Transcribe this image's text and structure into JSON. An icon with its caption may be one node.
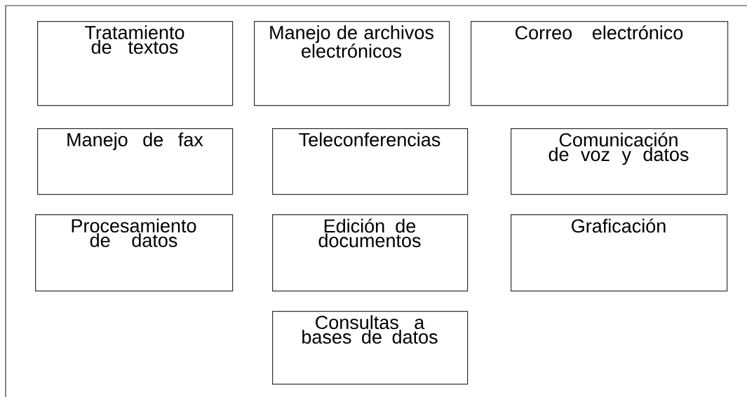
{
  "diagram": {
    "nodes": [
      {
        "text": [
          "Tratamiento de textos"
        ]
      },
      {
        "text": [
          "Manejo de archivos electrónicos"
        ]
      },
      {
        "text": [
          "Correo electrónico"
        ]
      },
      {
        "text": [
          "Manejo de fax"
        ]
      },
      {
        "text": [
          "Teleconferencias"
        ]
      },
      {
        "text": [
          "Comunicación de voz y datos"
        ]
      },
      {
        "text": [
          "Procesamiento de datos"
        ]
      },
      {
        "text": [
          "Edición de documentos"
        ]
      },
      {
        "text": [
          "Graficación"
        ]
      },
      {
        "text": [
          "Consultas a bases de datos"
        ]
      }
    ]
  }
}
